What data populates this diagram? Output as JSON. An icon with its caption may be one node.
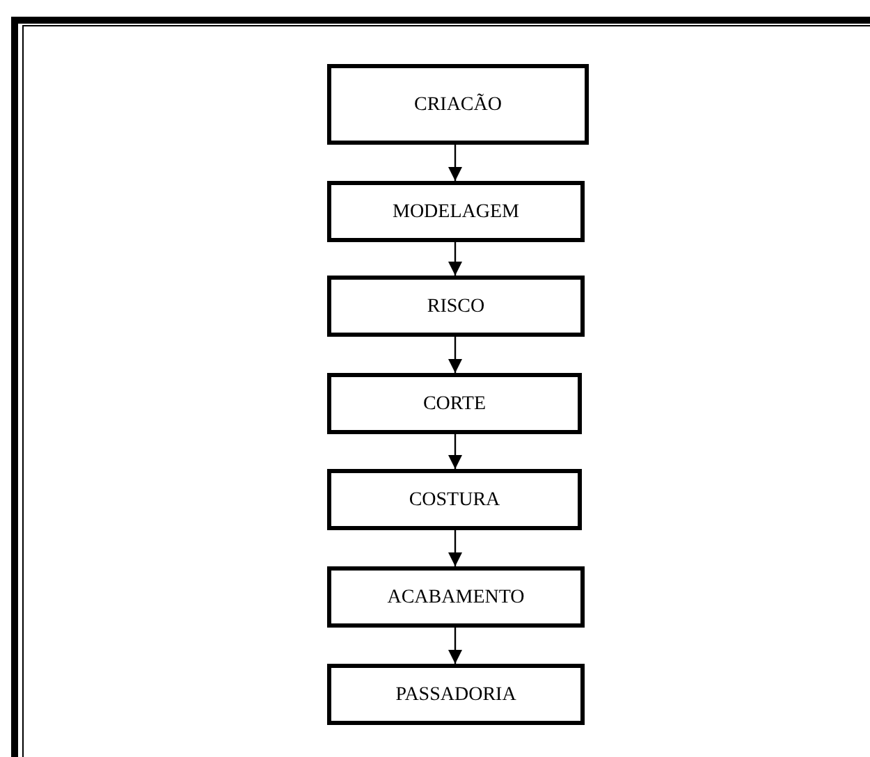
{
  "diagram": {
    "nodes": [
      {
        "text": [
          "CRIACÃO"
        ]
      },
      {
        "text": [
          "MODELAGEM"
        ]
      },
      {
        "text": [
          "RISCO"
        ]
      },
      {
        "text": [
          "CORTE"
        ]
      },
      {
        "text": [
          "COSTURA"
        ]
      },
      {
        "text": [
          "ACABAMENTO"
        ]
      },
      {
        "text": [
          "PASSADORIA"
        ]
      }
    ],
    "edges": [
      {
        "from": 0,
        "to": 1,
        "arrow": "to"
      },
      {
        "from": 1,
        "to": 2,
        "arrow": "to"
      },
      {
        "from": 2,
        "to": 3,
        "arrow": "to"
      },
      {
        "from": 3,
        "to": 4,
        "arrow": "to"
      },
      {
        "from": 4,
        "to": 5,
        "arrow": "to"
      },
      {
        "from": 5,
        "to": 6,
        "arrow": "to"
      }
    ]
  }
}
